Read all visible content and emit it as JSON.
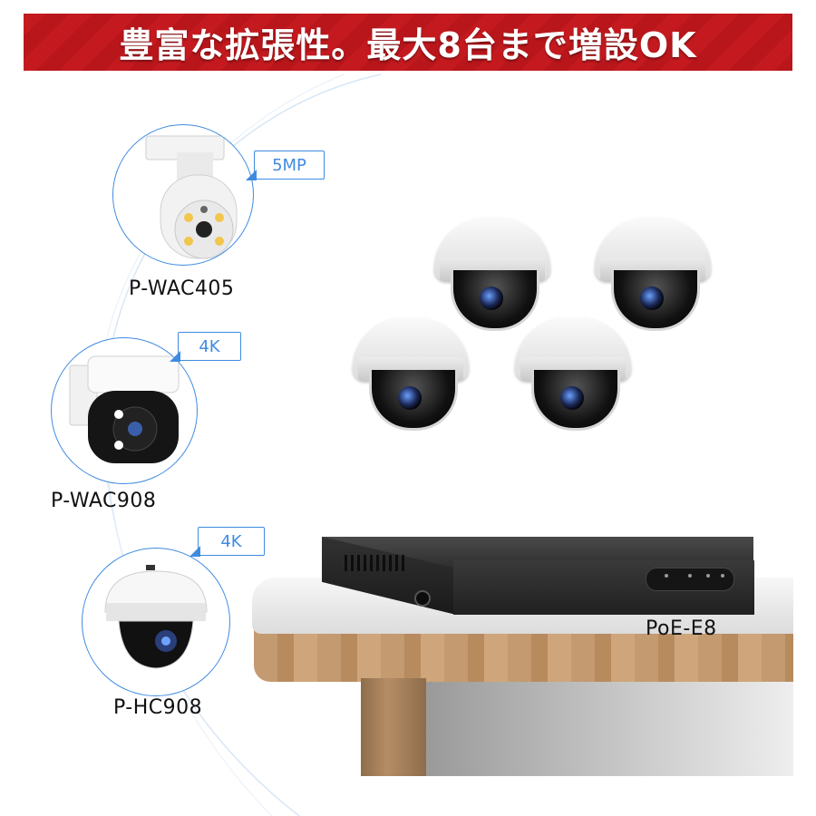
{
  "banner": {
    "text": "豊富な拡張性。最大8台まで増設OK"
  },
  "cameras": [
    {
      "badge": "5MP",
      "model": "P-WAC405"
    },
    {
      "badge": "4K",
      "model": "P-WAC908"
    },
    {
      "badge": "4K",
      "model": "P-HC908"
    }
  ],
  "nvr": {
    "model": "PoE-E8"
  },
  "colors": {
    "banner_red": "#c41a1f",
    "accent_blue": "#3f8be0"
  }
}
